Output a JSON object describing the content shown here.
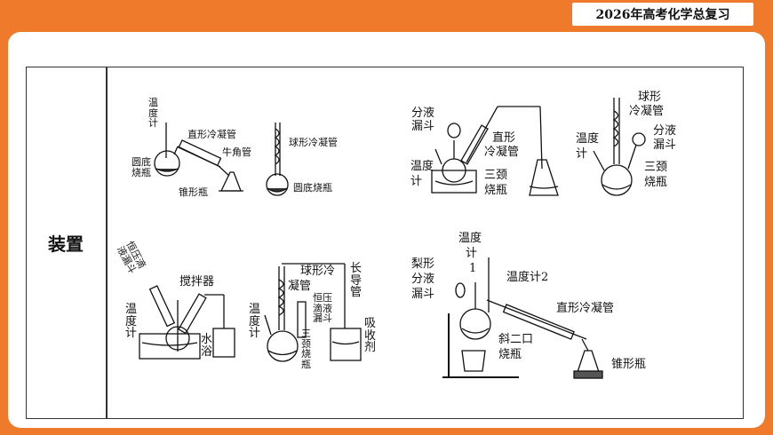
{
  "header": {
    "title": "2026年高考化学总复习"
  },
  "row": {
    "label": "装置"
  },
  "apparatus1": {
    "thermometer": "温度计",
    "condenser": "直形冷凝管",
    "flask": "圆底烧瓶",
    "adapter": "牛角管",
    "receiver": "锥形瓶"
  },
  "apparatus2": {
    "condenser": "球形冷凝管",
    "flask": "圆底烧瓶"
  },
  "apparatus3": {
    "funnel_a": "分液",
    "funnel_b": "漏斗",
    "condenser_a": "直形",
    "condenser_b": "冷凝管",
    "thermometer_a": "温度",
    "thermometer_b": "计",
    "flask_a": "三颈",
    "flask_b": "烧瓶"
  },
  "apparatus4": {
    "condenser_a": "球形",
    "condenser_b": "冷凝管",
    "funnel_a": "分液",
    "funnel_b": "漏斗",
    "thermometer_a": "温度",
    "thermometer_b": "计",
    "flask_a": "三颈",
    "flask_b": "烧瓶"
  },
  "apparatus5": {
    "funnel": "恒压滴液漏斗",
    "stirrer": "搅拌器",
    "thermometer": "温度计",
    "bath": "水浴"
  },
  "apparatus6": {
    "condenser_a": "球形冷",
    "condenser_b": "凝管",
    "tube": "长导管",
    "thermometer": "温度计",
    "funnel": "恒压滴液漏斗",
    "flask": "三颈烧瓶",
    "absorbent": "吸收剂"
  },
  "apparatus7": {
    "thermometer1_a": "温度",
    "thermometer1_b": "计",
    "thermometer1_c": "1",
    "funnel_a": "梨形",
    "funnel_b": "分液",
    "funnel_c": "漏斗",
    "thermometer2": "温度计2",
    "condenser": "直形冷凝管",
    "flask_a": "斜二口",
    "flask_b": "烧瓶",
    "receiver": "锥形瓶"
  }
}
